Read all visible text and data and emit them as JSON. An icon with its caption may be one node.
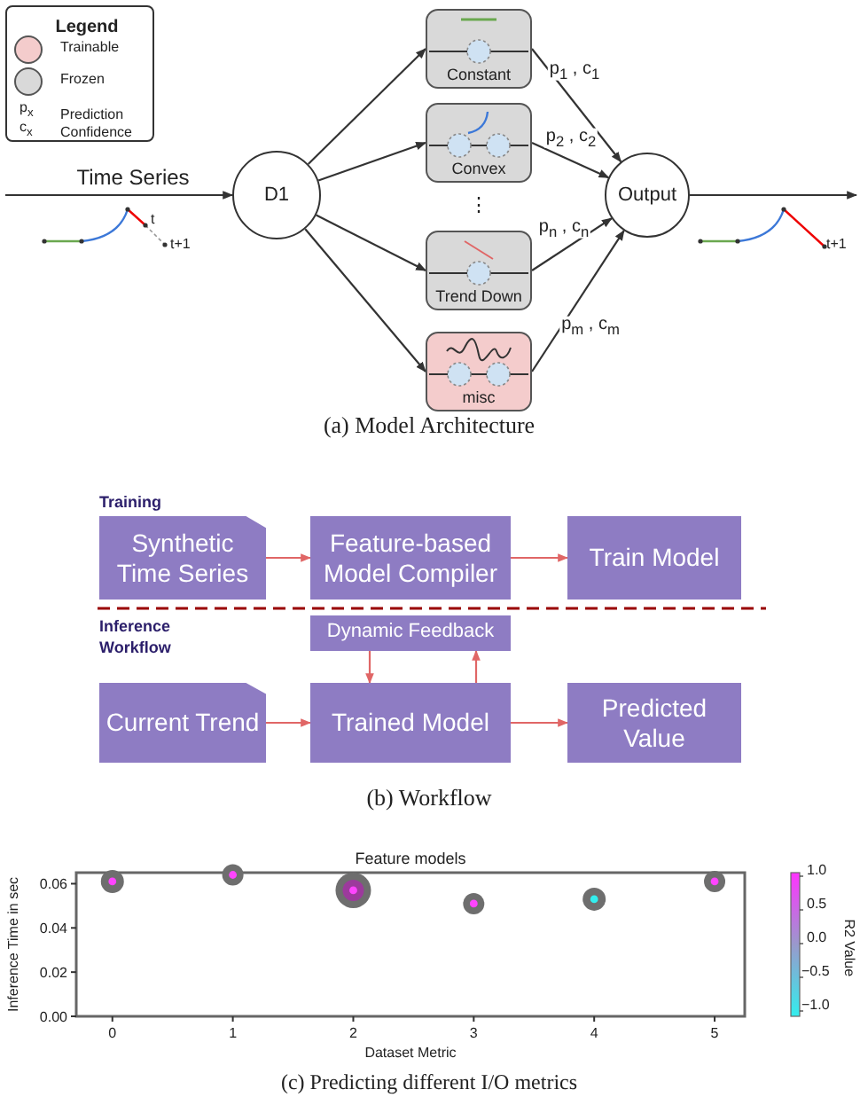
{
  "diagram": {
    "nodes": [
      {
        "text": [
          "D1"
        ]
      },
      {
        "text": [
          "Constant"
        ]
      },
      {
        "text": [
          "Convex"
        ]
      },
      {
        "text": [
          "Trend Down"
        ]
      },
      {
        "text": [
          "misc"
        ]
      },
      {
        "text": [
          "Output"
        ]
      },
      {
        "text": [
          "Synthetic Time Series"
        ]
      },
      {
        "text": [
          "Feature-based Model Compiler"
        ]
      },
      {
        "text": [
          "Train Model"
        ]
      },
      {
        "text": [
          "Dynamic Feedback"
        ]
      },
      {
        "text": [
          "Current Trend"
        ]
      },
      {
        "text": [
          "Trained Model"
        ]
      },
      {
        "text": [
          "Predicted Value"
        ]
      }
    ],
    "edges": [
      {
        "from": null,
        "to": 0,
        "arrow": "to",
        "label": "Time Series"
      },
      {
        "from": 0,
        "to": 1,
        "arrow": "to"
      },
      {
        "from": 0,
        "to": 2,
        "arrow": "to"
      },
      {
        "from": 0,
        "to": 3,
        "arrow": "to"
      },
      {
        "from": 0,
        "to": 4,
        "arrow": "to"
      },
      {
        "from": 1,
        "to": 5,
        "arrow": "to",
        "label": "p$_{1}$ , c$_{1}$"
      },
      {
        "from": 2,
        "to": 5,
        "arrow": "to",
        "label": "p$_{2}$ , c$_{2}$"
      },
      {
        "from": 3,
        "to": 5,
        "arrow": "to",
        "label": "p$_{n}$ , c$_{n}$"
      },
      {
        "from": 4,
        "to": 5,
        "arrow": "to",
        "label": "p$_{m}$ , c$_{m}$"
      },
      {
        "from": 5,
        "to": null,
        "arrow": "to"
      },
      {
        "from": 6,
        "to": 7,
        "arrow": "to",
        "color": "#e06666"
      },
      {
        "from": 7,
        "to": 8,
        "arrow": "to",
        "color": "#e06666"
      },
      {
        "from": 10,
        "to": 11,
        "arrow": "to",
        "color": "#e06666"
      },
      {
        "from": 11,
        "to": 12,
        "arrow": "to",
        "color": "#e06666"
      },
      {
        "from": 9,
        "to": 11,
        "arrow": "to",
        "color": "#e06666"
      },
      {
        "from": 11,
        "to": 9,
        "arrow": "to",
        "color": "#e06666"
      }
    ],
    "labels": [
      "Legend",
      "p$_{x}$",
      "c$_{x}$",
      "t",
      "t+1",
      "⋮",
      "t+1",
      "(a)  Model Architecture",
      "Training",
      "Inference Workflow",
      "(b)  Workflow",
      "1.0",
      "0.5",
      "0.0",
      "−0.5",
      "−1.0",
      "R2 Value",
      "(c)  Predicting different I/O metrics"
    ],
    "legend": [
      {
        "text": "Trainable",
        "color": "#f4cccc"
      },
      {
        "text": "Frozen",
        "color": "#d9d9d9"
      },
      {
        "text": "Prediction Confidence"
      }
    ],
    "chart_data": {
      "type": "scatter",
      "title": "Feature models",
      "xlabel": "Dataset Metric",
      "ylabel": "Inference Time in sec",
      "x": [
        0,
        1,
        2,
        3,
        4,
        5
      ],
      "series": [
        {
          "color": "#ff44ff",
          "values": [
            0.061,
            0.064,
            0.057,
            0.051,
            null,
            0.061
          ]
        },
        {
          "color": "#33eeee",
          "values": [
            null,
            null,
            null,
            null,
            0.053,
            null
          ]
        }
      ],
      "xlim": [
        -0.3,
        5.25
      ],
      "ylim": [
        0,
        0.065
      ],
      "xticks": [
        0,
        1,
        2,
        3,
        4,
        5
      ],
      "yticks": [
        {
          "value": 0,
          "label": "0.00"
        },
        {
          "value": 0.02,
          "label": "0.02"
        },
        {
          "value": 0.04,
          "label": "0.04"
        },
        {
          "value": 0.06,
          "label": "0.06"
        }
      ]
    }
  }
}
